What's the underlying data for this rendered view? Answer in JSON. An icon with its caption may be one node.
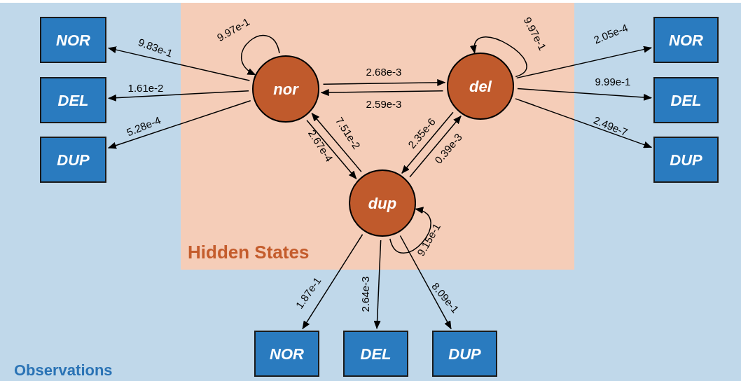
{
  "diagram": {
    "nodes": [
      {
        "text": [
          "Observations"
        ]
      },
      {
        "text": [
          "Hidden States"
        ],
        "in": 0
      },
      {
        "text": [
          "nor"
        ],
        "in": 1
      },
      {
        "text": [
          "del"
        ],
        "in": 1
      },
      {
        "text": [
          "dup"
        ],
        "in": 1
      },
      {
        "text": [
          "NOR"
        ],
        "in": 0
      },
      {
        "text": [
          "DEL"
        ],
        "in": 0
      },
      {
        "text": [
          "DUP"
        ],
        "in": 0
      },
      {
        "text": [
          "NOR"
        ],
        "in": 0
      },
      {
        "text": [
          "DEL"
        ],
        "in": 0
      },
      {
        "text": [
          "DUP"
        ],
        "in": 0
      },
      {
        "text": [
          "NOR"
        ],
        "in": 0
      },
      {
        "text": [
          "DEL"
        ],
        "in": 0
      },
      {
        "text": [
          "DUP"
        ],
        "in": 0
      }
    ],
    "edges": [
      {
        "from": 2,
        "to": 2,
        "arrow": "to",
        "label": "9.97e-1"
      },
      {
        "from": 3,
        "to": 3,
        "arrow": "to",
        "label": "9.97e-1"
      },
      {
        "from": 4,
        "to": 4,
        "arrow": "to",
        "label": "9.15e-1"
      },
      {
        "from": 2,
        "to": 3,
        "arrow": "to",
        "label": "2.68e-3"
      },
      {
        "from": 3,
        "to": 2,
        "arrow": "to",
        "label": "2.59e-3"
      },
      {
        "from": 2,
        "to": 4,
        "arrow": "to",
        "label": "2.67e-4"
      },
      {
        "from": 4,
        "to": 2,
        "arrow": "to",
        "label": "7.51e-2"
      },
      {
        "from": 3,
        "to": 4,
        "arrow": "to",
        "label": "2.35e-6"
      },
      {
        "from": 4,
        "to": 3,
        "arrow": "to",
        "label": "0.39e-3"
      },
      {
        "from": 2,
        "to": 5,
        "arrow": "to",
        "label": "9.83e-1"
      },
      {
        "from": 2,
        "to": 6,
        "arrow": "to",
        "label": "1.61e-2"
      },
      {
        "from": 2,
        "to": 7,
        "arrow": "to",
        "label": "5.28e-4"
      },
      {
        "from": 3,
        "to": 8,
        "arrow": "to",
        "label": "2.05e-4"
      },
      {
        "from": 3,
        "to": 9,
        "arrow": "to",
        "label": "9.99e-1"
      },
      {
        "from": 3,
        "to": 10,
        "arrow": "to",
        "label": "2.49e-7"
      },
      {
        "from": 4,
        "to": 11,
        "arrow": "to",
        "label": "1.87e-1"
      },
      {
        "from": 4,
        "to": 12,
        "arrow": "to",
        "label": "2.64e-3"
      },
      {
        "from": 4,
        "to": 13,
        "arrow": "to",
        "label": "8.09e-1"
      }
    ]
  }
}
